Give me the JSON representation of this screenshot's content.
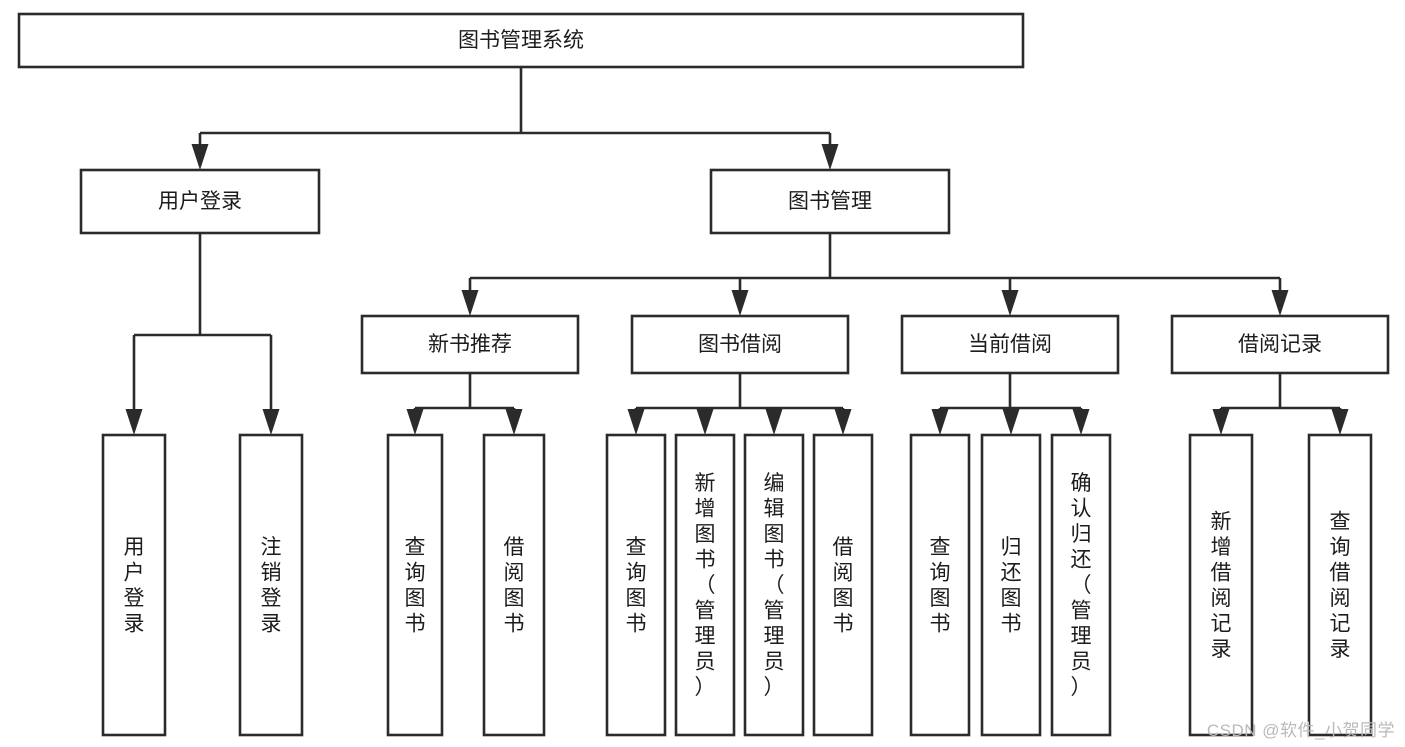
{
  "diagram": {
    "type": "hierarchy-tree",
    "title": "图书管理系统",
    "watermark": "CSDN @软件_小贺同学",
    "colors": {
      "box_stroke": "#2b2b2b",
      "box_fill": "#ffffff",
      "text": "#1c1c1c",
      "connector": "#2b2b2b",
      "watermark": "#b9b9b9",
      "background": "#ffffff"
    },
    "root": {
      "label": "图书管理系统",
      "orientation": "horizontal"
    },
    "level2": [
      {
        "label": "用户登录",
        "orientation": "horizontal"
      },
      {
        "label": "图书管理",
        "orientation": "horizontal"
      }
    ],
    "level3": [
      {
        "label": "新书推荐",
        "orientation": "horizontal"
      },
      {
        "label": "图书借阅",
        "orientation": "horizontal"
      },
      {
        "label": "当前借阅",
        "orientation": "horizontal"
      },
      {
        "label": "借阅记录",
        "orientation": "horizontal"
      }
    ],
    "groups": [
      {
        "parent": "用户登录",
        "leaves": [
          {
            "label": "用户登录",
            "orientation": "vertical"
          },
          {
            "label": "注销登录",
            "orientation": "vertical"
          }
        ]
      },
      {
        "parent": "新书推荐",
        "leaves": [
          {
            "label": "查询图书",
            "orientation": "vertical"
          },
          {
            "label": "借阅图书",
            "orientation": "vertical"
          }
        ]
      },
      {
        "parent": "图书借阅",
        "leaves": [
          {
            "label": "查询图书",
            "orientation": "vertical"
          },
          {
            "label": "新增图书（管理员）",
            "orientation": "vertical"
          },
          {
            "label": "编辑图书（管理员）",
            "orientation": "vertical"
          },
          {
            "label": "借阅图书",
            "orientation": "vertical"
          }
        ]
      },
      {
        "parent": "当前借阅",
        "leaves": [
          {
            "label": "查询图书",
            "orientation": "vertical"
          },
          {
            "label": "归还图书",
            "orientation": "vertical"
          },
          {
            "label": "确认归还（管理员）",
            "orientation": "vertical"
          }
        ]
      },
      {
        "parent": "借阅记录",
        "leaves": [
          {
            "label": "新增借阅记录",
            "orientation": "vertical"
          },
          {
            "label": "查询借阅记录",
            "orientation": "vertical"
          }
        ]
      }
    ]
  }
}
